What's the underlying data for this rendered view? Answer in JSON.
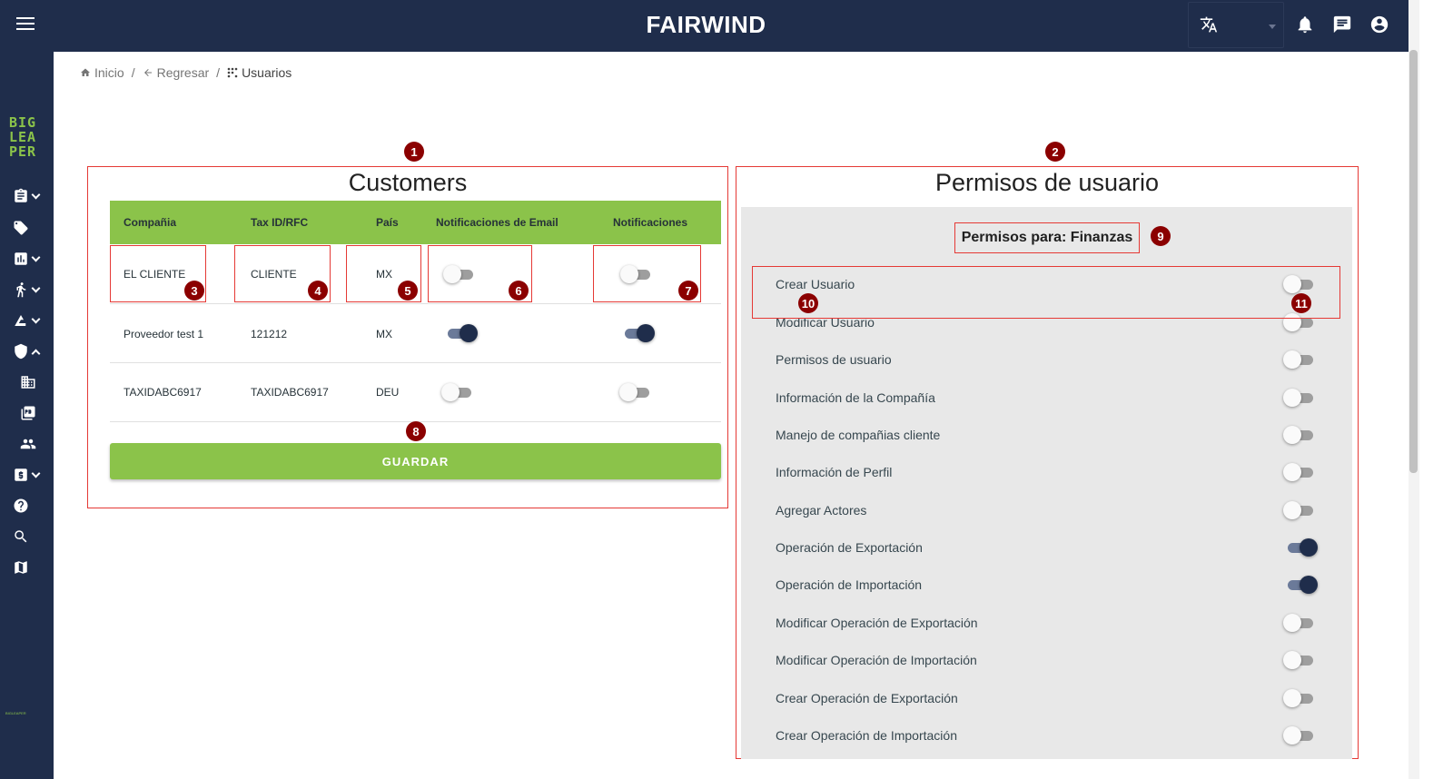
{
  "header": {
    "brand": "FAIRWIND",
    "icons": [
      "menu-icon",
      "translate-icon",
      "bell-icon",
      "chat-icon",
      "account-circle-icon"
    ]
  },
  "sidebar": {
    "logo_lines": [
      "BIG",
      "LEA",
      "PER"
    ],
    "footer_logo": "BIGLEAPER",
    "items": [
      {
        "icon": "clipboard-icon",
        "expandable": true
      },
      {
        "icon": "tag-icon",
        "expandable": false
      },
      {
        "icon": "bar-chart-icon",
        "expandable": true
      },
      {
        "icon": "walk-icon",
        "expandable": true
      },
      {
        "icon": "ship-settings-icon",
        "expandable": true
      },
      {
        "icon": "shield-settings-icon",
        "expandable": true,
        "expanded": true
      },
      {
        "icon": "building-icon",
        "expandable": false
      },
      {
        "icon": "pdf-icon",
        "expandable": false
      },
      {
        "icon": "users-icon",
        "expandable": false
      },
      {
        "icon": "money-icon",
        "expandable": true
      },
      {
        "icon": "help-icon",
        "expandable": false
      },
      {
        "icon": "search-icon",
        "expandable": false
      },
      {
        "icon": "map-icon",
        "expandable": false
      }
    ]
  },
  "breadcrumb": {
    "home": "Inicio",
    "back": "Regresar",
    "current": "Usuarios",
    "separator": "/"
  },
  "customers": {
    "title": "Customers",
    "columns": [
      "Compañia",
      "Tax ID/RFC",
      "País",
      "Notificaciones de Email",
      "Notificaciones"
    ],
    "rows": [
      {
        "company": "EL CLIENTE",
        "tax_id": "CLIENTE",
        "country": "MX",
        "email_notifications": false,
        "notifications": false
      },
      {
        "company": "Proveedor test 1",
        "tax_id": "121212",
        "country": "MX",
        "email_notifications": true,
        "notifications": true
      },
      {
        "company": "TAXIDABC6917",
        "tax_id": "TAXIDABC6917",
        "country": "DEU",
        "email_notifications": false,
        "notifications": false
      }
    ],
    "save_label": "GUARDAR"
  },
  "permissions": {
    "title": "Permisos de usuario",
    "subtitle": "Permisos para: Finanzas",
    "items": [
      {
        "label": "Crear Usuario",
        "enabled": false
      },
      {
        "label": "Modificar Usuario",
        "enabled": false
      },
      {
        "label": "Permisos de usuario",
        "enabled": false
      },
      {
        "label": "Información de la Compañía",
        "enabled": false
      },
      {
        "label": "Manejo de compañias cliente",
        "enabled": false
      },
      {
        "label": "Información de Perfil",
        "enabled": false
      },
      {
        "label": "Agregar Actores",
        "enabled": false
      },
      {
        "label": "Operación de Exportación",
        "enabled": true
      },
      {
        "label": "Operación de Importación",
        "enabled": true
      },
      {
        "label": "Modificar Operación de Exportación",
        "enabled": false
      },
      {
        "label": "Modificar Operación de Importación",
        "enabled": false
      },
      {
        "label": "Crear Operación de Exportación",
        "enabled": false
      },
      {
        "label": "Crear Operación de Importación",
        "enabled": false
      }
    ]
  },
  "annotations": [
    "1",
    "2",
    "3",
    "4",
    "5",
    "6",
    "7",
    "8",
    "9",
    "10",
    "11"
  ],
  "colors": {
    "navy": "#1f2d4b",
    "green": "#8bc34a",
    "annotation_red": "#e53935",
    "badge": "#8b0000",
    "toggle_on": "#1f2d4b",
    "toggle_off": "#9e9e9e"
  }
}
